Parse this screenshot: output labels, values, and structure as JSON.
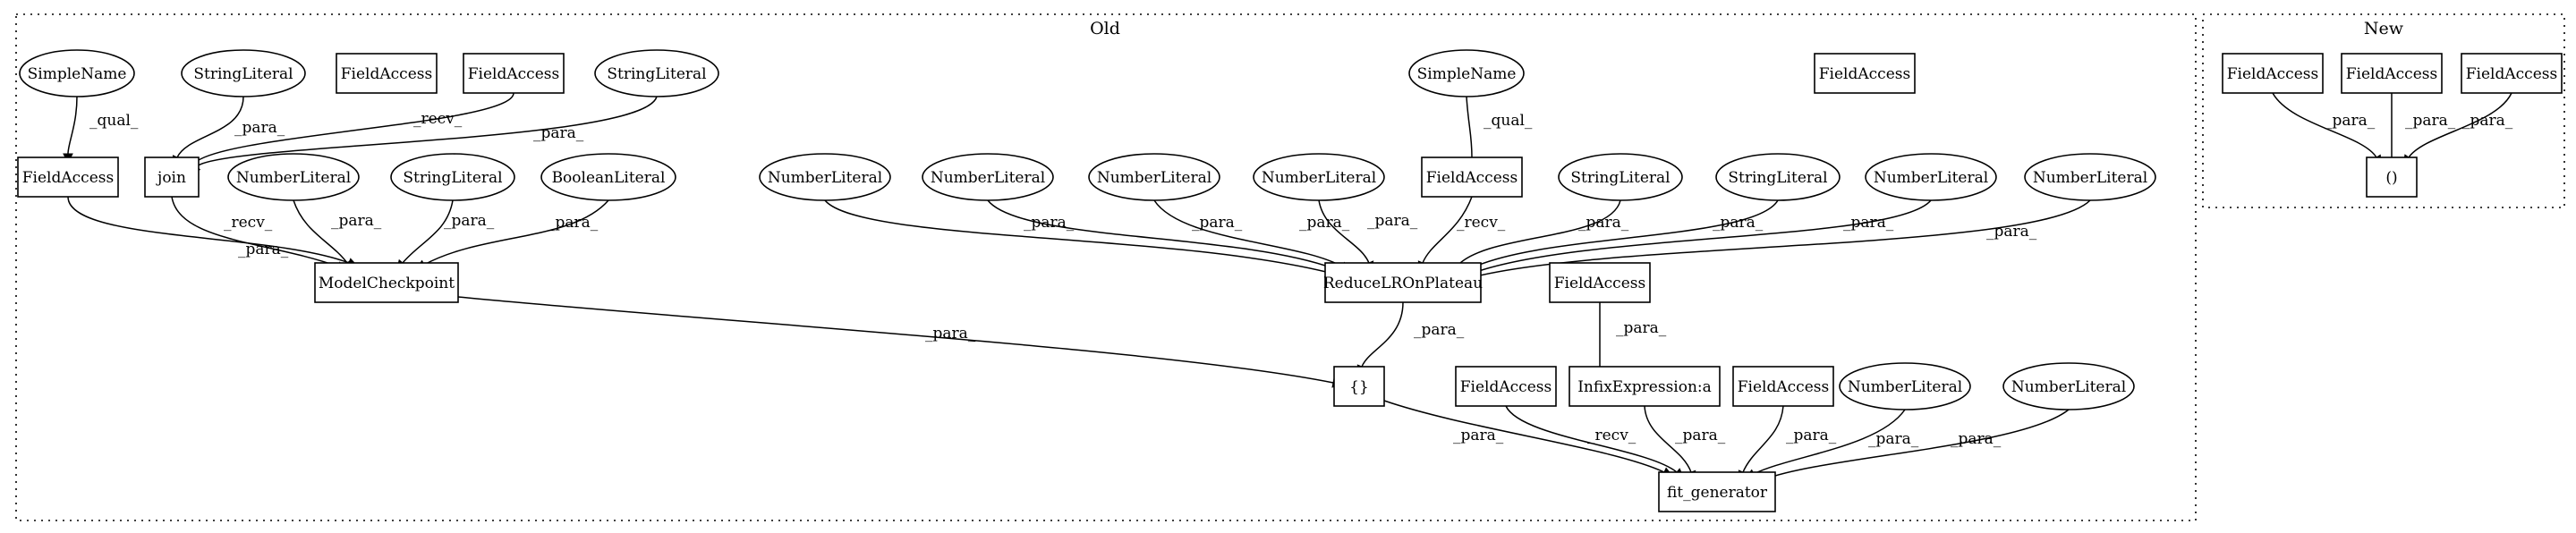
{
  "clusters": [
    {
      "id": "old",
      "title": "Old"
    },
    {
      "id": "new",
      "title": "New"
    }
  ],
  "nodes": [
    {
      "id": "o_sn1",
      "label": "SimpleName",
      "shape": "ellipse"
    },
    {
      "id": "o_sl1",
      "label": "StringLiteral",
      "shape": "ellipse"
    },
    {
      "id": "o_fa1",
      "label": "FieldAccess",
      "shape": "box"
    },
    {
      "id": "o_fa2",
      "label": "FieldAccess",
      "shape": "box"
    },
    {
      "id": "o_sl2",
      "label": "StringLiteral",
      "shape": "ellipse"
    },
    {
      "id": "o_fa3",
      "label": "FieldAccess",
      "shape": "box"
    },
    {
      "id": "o_join",
      "label": "join",
      "shape": "box"
    },
    {
      "id": "o_nl1",
      "label": "NumberLiteral",
      "shape": "ellipse"
    },
    {
      "id": "o_sl3",
      "label": "StringLiteral",
      "shape": "ellipse"
    },
    {
      "id": "o_bl",
      "label": "BooleanLiteral",
      "shape": "ellipse"
    },
    {
      "id": "o_mc",
      "label": "ModelCheckpoint",
      "shape": "box"
    },
    {
      "id": "o_sn2",
      "label": "SimpleName",
      "shape": "ellipse"
    },
    {
      "id": "o_fa4",
      "label": "FieldAccess",
      "shape": "box"
    },
    {
      "id": "o_nl2",
      "label": "NumberLiteral",
      "shape": "ellipse"
    },
    {
      "id": "o_nl3",
      "label": "NumberLiteral",
      "shape": "ellipse"
    },
    {
      "id": "o_nl4",
      "label": "NumberLiteral",
      "shape": "ellipse"
    },
    {
      "id": "o_nl5",
      "label": "NumberLiteral",
      "shape": "ellipse"
    },
    {
      "id": "o_sl4",
      "label": "StringLiteral",
      "shape": "ellipse"
    },
    {
      "id": "o_sl5",
      "label": "StringLiteral",
      "shape": "ellipse"
    },
    {
      "id": "o_nl6",
      "label": "NumberLiteral",
      "shape": "ellipse"
    },
    {
      "id": "o_nl7",
      "label": "NumberLiteral",
      "shape": "ellipse"
    },
    {
      "id": "o_rlr",
      "label": "ReduceLROnPlateau",
      "shape": "box"
    },
    {
      "id": "o_fa5",
      "label": "FieldAccess",
      "shape": "box"
    },
    {
      "id": "o_fa6",
      "label": "FieldAccess",
      "shape": "box"
    },
    {
      "id": "o_list",
      "label": "{}",
      "shape": "box"
    },
    {
      "id": "o_fa7",
      "label": "FieldAccess",
      "shape": "box"
    },
    {
      "id": "o_infix",
      "label": "InfixExpression:a",
      "shape": "box"
    },
    {
      "id": "o_fa8",
      "label": "FieldAccess",
      "shape": "box"
    },
    {
      "id": "o_nl8",
      "label": "NumberLiteral",
      "shape": "ellipse"
    },
    {
      "id": "o_nl9",
      "label": "NumberLiteral",
      "shape": "ellipse"
    },
    {
      "id": "o_fit",
      "label": "fit_generator",
      "shape": "box"
    },
    {
      "id": "n_fa1",
      "label": "FieldAccess",
      "shape": "box"
    },
    {
      "id": "n_fa2",
      "label": "FieldAccess",
      "shape": "box"
    },
    {
      "id": "n_fa3",
      "label": "FieldAccess",
      "shape": "box"
    },
    {
      "id": "n_paren",
      "label": "()",
      "shape": "box"
    }
  ],
  "edges": [
    {
      "from": "o_sn1",
      "to": "o_fa1",
      "label": "_qual_"
    },
    {
      "from": "o_sl1",
      "to": "o_join",
      "label": "_para_"
    },
    {
      "from": "o_fa3",
      "to": "o_join",
      "label": "_recv_"
    },
    {
      "from": "o_sl2",
      "to": "o_join",
      "label": "_para_"
    },
    {
      "from": "o_fa1",
      "to": "o_mc",
      "label": "_recv_"
    },
    {
      "from": "o_join",
      "to": "o_mc",
      "label": "_para_"
    },
    {
      "from": "o_nl1",
      "to": "o_mc",
      "label": "_para_"
    },
    {
      "from": "o_sl3",
      "to": "o_mc",
      "label": "_para_"
    },
    {
      "from": "o_bl",
      "to": "o_mc",
      "label": "_para_"
    },
    {
      "from": "o_sn2",
      "to": "o_fa4",
      "label": "_qual_"
    },
    {
      "from": "o_nl2",
      "to": "o_rlr",
      "label": "_para_"
    },
    {
      "from": "o_nl3",
      "to": "o_rlr",
      "label": "_para_"
    },
    {
      "from": "o_nl4",
      "to": "o_rlr",
      "label": "_para_"
    },
    {
      "from": "o_nl5",
      "to": "o_rlr",
      "label": "_para_"
    },
    {
      "from": "o_fa4",
      "to": "o_rlr",
      "label": "_recv_"
    },
    {
      "from": "o_sl4",
      "to": "o_rlr",
      "label": "_para_"
    },
    {
      "from": "o_sl5",
      "to": "o_rlr",
      "label": "_para_"
    },
    {
      "from": "o_nl6",
      "to": "o_rlr",
      "label": "_para_"
    },
    {
      "from": "o_nl7",
      "to": "o_rlr",
      "label": "_para_"
    },
    {
      "from": "o_mc",
      "to": "o_list",
      "label": "_para_"
    },
    {
      "from": "o_rlr",
      "to": "o_list",
      "label": "_para_"
    },
    {
      "from": "o_fa6",
      "to": "o_infix",
      "label": "_para_"
    },
    {
      "from": "o_list",
      "to": "o_fit",
      "label": "_para_"
    },
    {
      "from": "o_fa7",
      "to": "o_fit",
      "label": "_recv_"
    },
    {
      "from": "o_infix",
      "to": "o_fit",
      "label": "_para_"
    },
    {
      "from": "o_fa8",
      "to": "o_fit",
      "label": "_para_"
    },
    {
      "from": "o_nl8",
      "to": "o_fit",
      "label": "_para_"
    },
    {
      "from": "o_nl9",
      "to": "o_fit",
      "label": "_para_"
    },
    {
      "from": "n_fa1",
      "to": "n_paren",
      "label": "_para_"
    },
    {
      "from": "n_fa2",
      "to": "n_paren",
      "label": "_para_"
    },
    {
      "from": "n_fa3",
      "to": "n_paren",
      "label": "_para_"
    }
  ]
}
